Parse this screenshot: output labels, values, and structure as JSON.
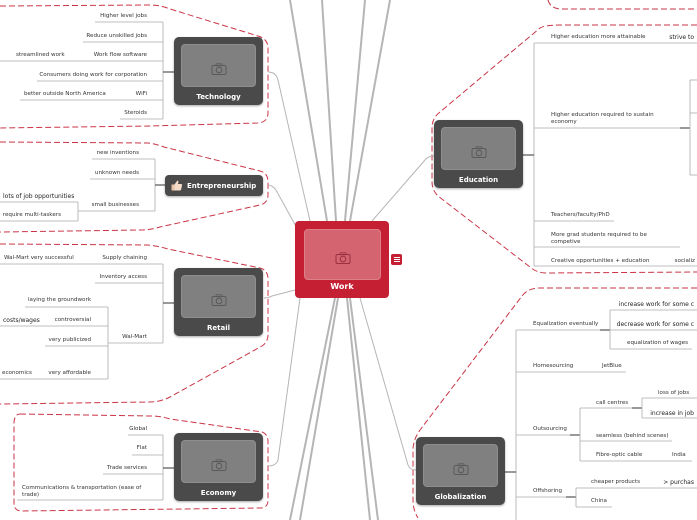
{
  "root": {
    "label": "Work",
    "image_icon": "camera-icon",
    "note_icon": "note-icon"
  },
  "colors": {
    "root": "#c41f33",
    "topic": "#4a4a4a",
    "boundary": "#c41f33",
    "line": "#b0b0b0"
  },
  "technology": {
    "label": "Technology",
    "items": [
      "Higher level jobs",
      "Reduce unskilled jobs",
      "Work flow software",
      "Consumers doing work for corporation",
      "WiFi",
      "Steroids"
    ],
    "sub": {
      "workflow": "streamlined work",
      "wifi": "better outside North America"
    }
  },
  "entrepreneurship": {
    "label": "Entrepreneurship",
    "icon": "thumbs-up-icon",
    "items": [
      "new inventions",
      "unknown needs",
      "small businesses"
    ],
    "sub": [
      "lots of job opportunities",
      "require multi-taskers"
    ]
  },
  "retail": {
    "label": "Retail",
    "items": [
      "Supply chaining",
      "Inventory access",
      "Wal-Mart"
    ],
    "supply_sub": "Wal-Mart very successful",
    "walmart_sub": [
      "laying the groundwork",
      "controversial",
      "very publicized",
      "very affordable"
    ],
    "controversial_sub": "costs/wages",
    "affordable_sub": "economics"
  },
  "economy": {
    "label": "Economy",
    "items": [
      "Global",
      "Flat",
      "Trade services",
      "Communications & transportation (ease of trade)"
    ]
  },
  "education": {
    "label": "Education",
    "items": [
      "Higher education more attainable",
      "Higher education required to sustain economy",
      "Teachers/faculty/PhD",
      "More grad students required to be competive",
      "Creative opportunities + education"
    ],
    "attainable_sub": "strive to",
    "creative_sub": "socializ"
  },
  "globalization": {
    "label": "Globalization",
    "items": [
      "Equalization eventually",
      "Homesourcing",
      "Outsourcing",
      "Offshoring"
    ],
    "equalization_sub": [
      "increase work for some c",
      "decrease work for some c",
      "equalization of wages"
    ],
    "homesourcing_sub": "JetBlue",
    "outsourcing_sub": [
      "call centres",
      "seamless (behind scenes)",
      "Fibre-optic cable"
    ],
    "callcentres_sub": [
      "loss of jobs",
      "increase in job"
    ],
    "fibre_sub": "India",
    "offshoring_sub": [
      "cheaper products",
      "China"
    ],
    "cheaper_sub": "> purchas"
  }
}
